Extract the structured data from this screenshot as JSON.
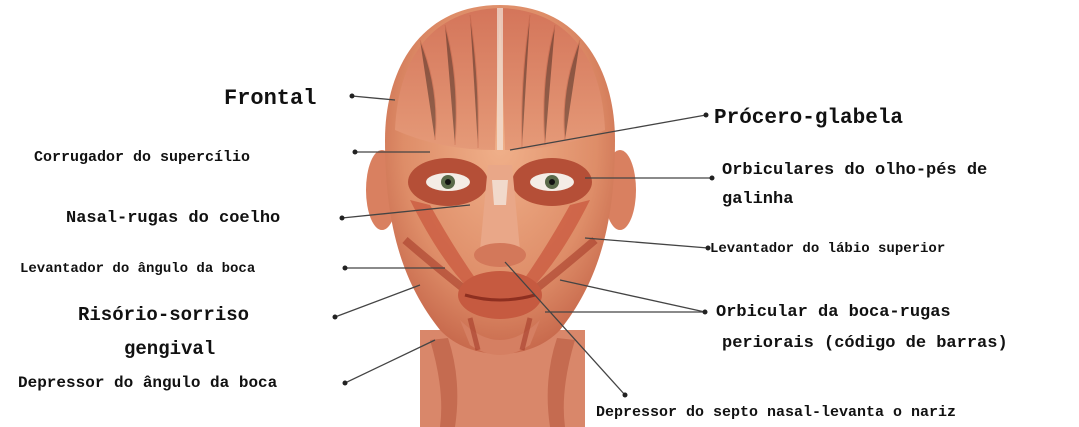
{
  "labels": {
    "frontal": "Frontal",
    "corrugador": "Corrugador do supercílio",
    "nasal": "Nasal-rugas do coelho",
    "levantador_angulo": "Levantador do ângulo da boca",
    "risorio_1": "Risório-sorriso",
    "risorio_2": "gengival",
    "depressor_angulo": "Depressor do ângulo da boca",
    "procero": "Prócero-glabela",
    "orbiculares_1": "Orbiculares do olho-pés de",
    "orbiculares_2": "galinha",
    "levantador_labio": "Levantador do lábio superior",
    "orbicular_boca_1": "Orbicular da boca-rugas",
    "orbicular_boca_2": "periorais (código de barras)",
    "depressor_septo": "Depressor do septo nasal-levanta o nariz"
  },
  "colors": {
    "skin": "#e8a07c",
    "muscle": "#c9583f",
    "muscle_dark": "#a63c2a",
    "tendon": "#f3e6dc",
    "leader_line": "#444444"
  }
}
